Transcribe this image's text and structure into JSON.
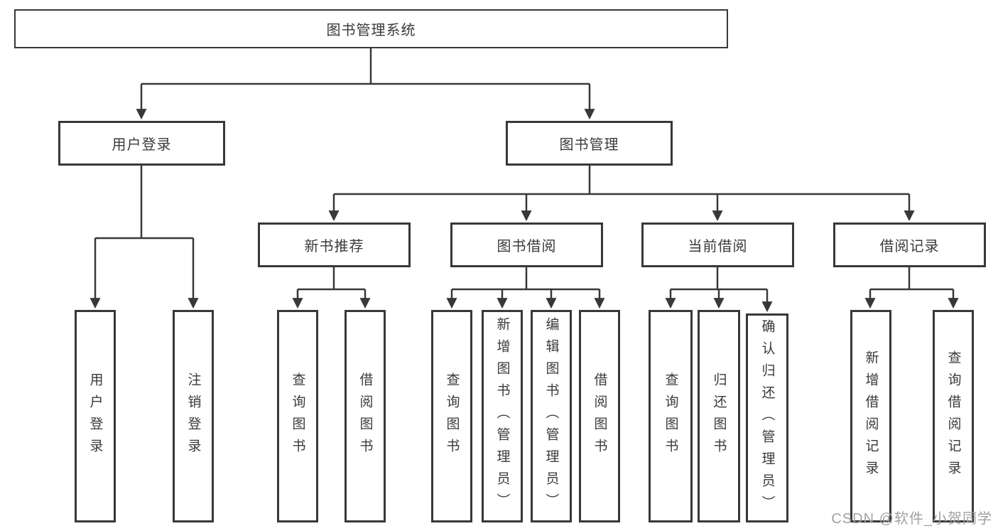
{
  "tree": {
    "label": "图书管理系统",
    "children": [
      {
        "label": "用户登录",
        "children": [
          {
            "label": "用户登录"
          },
          {
            "label": "注销登录"
          }
        ]
      },
      {
        "label": "图书管理",
        "children": [
          {
            "label": "新书推荐",
            "children": [
              {
                "label": "查询图书"
              },
              {
                "label": "借阅图书"
              }
            ]
          },
          {
            "label": "图书借阅",
            "children": [
              {
                "label": "查询图书"
              },
              {
                "label": "新增图书（管理员）"
              },
              {
                "label": "编辑图书（管理员）"
              },
              {
                "label": "借阅图书"
              }
            ]
          },
          {
            "label": "当前借阅",
            "children": [
              {
                "label": "查询图书"
              },
              {
                "label": "归还图书"
              },
              {
                "label": "确认归还（管理员）"
              }
            ]
          },
          {
            "label": "借阅记录",
            "children": [
              {
                "label": "新增借阅记录"
              },
              {
                "label": "查询借阅记录"
              }
            ]
          }
        ]
      }
    ]
  },
  "watermark": "CSDN @软件_小贺同学",
  "colors": {
    "line": "#383838",
    "text": "#3a3a3a",
    "watermark": "#a2a2a2",
    "background": "#ffffff"
  }
}
